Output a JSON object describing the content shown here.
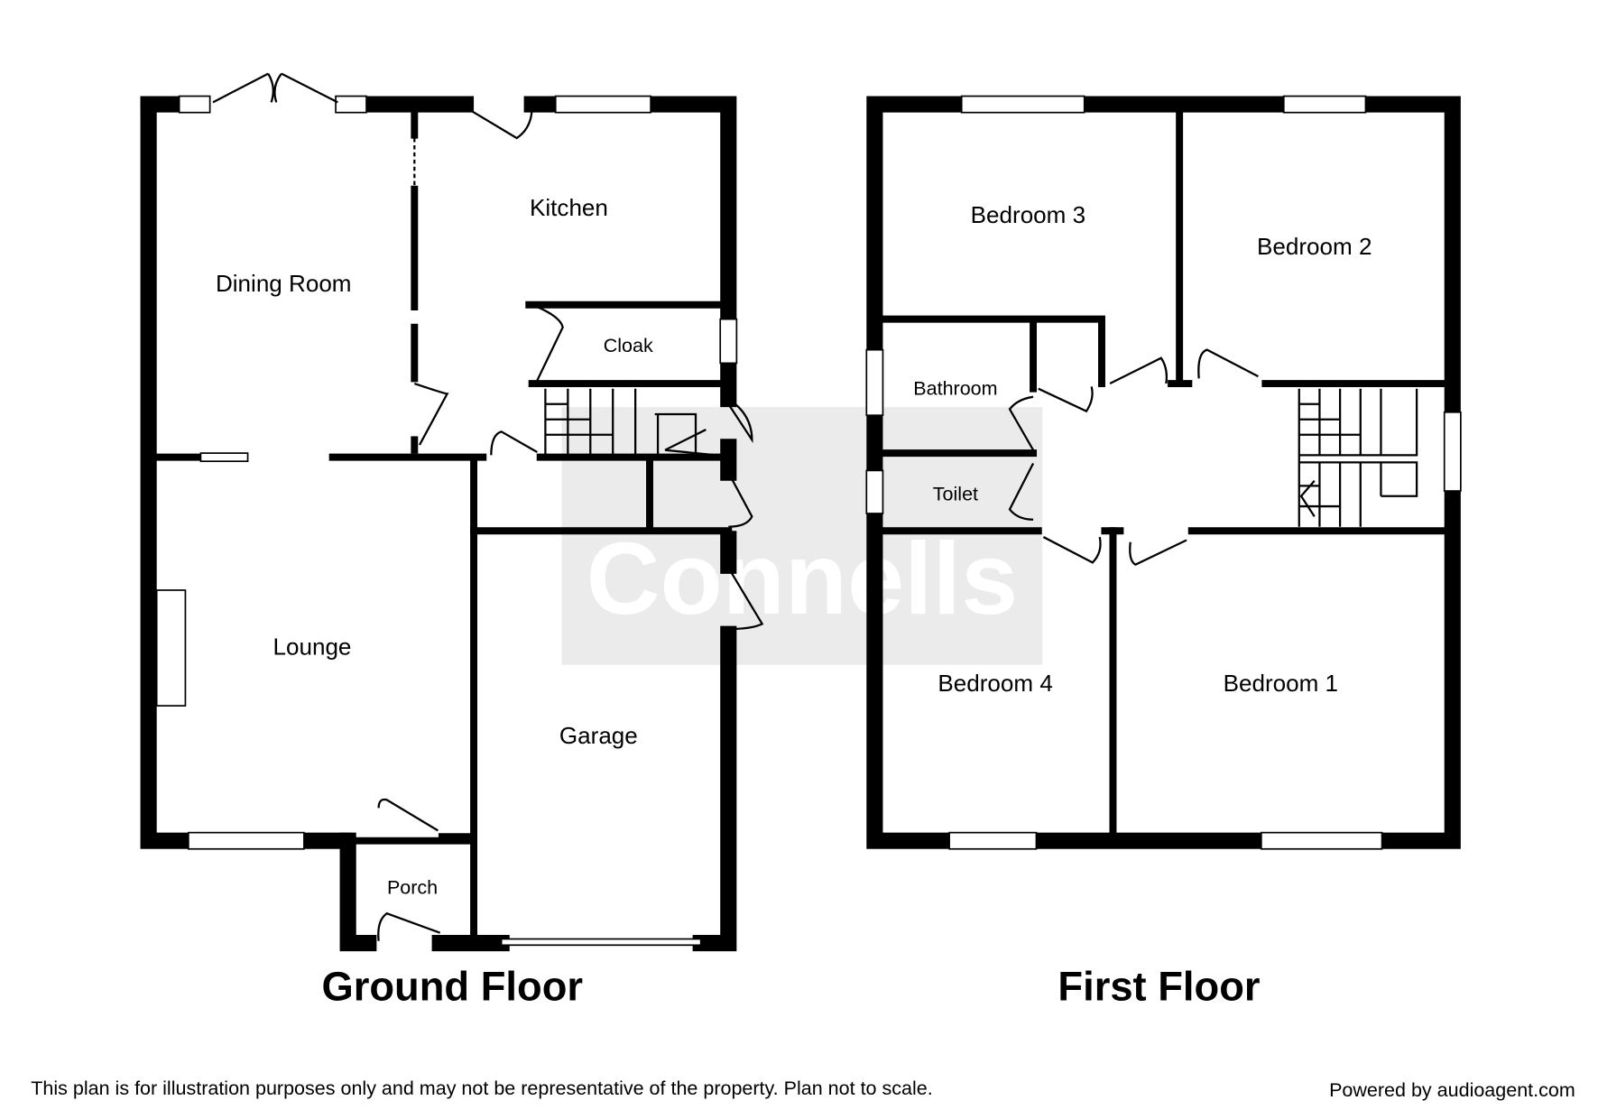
{
  "watermark": "Connells",
  "ground_floor": {
    "title": "Ground Floor",
    "rooms": {
      "dining": "Dining Room",
      "kitchen": "Kitchen",
      "cloak": "Cloak",
      "lounge": "Lounge",
      "garage": "Garage",
      "porch": "Porch"
    }
  },
  "first_floor": {
    "title": "First Floor",
    "rooms": {
      "bed3": "Bedroom 3",
      "bed2": "Bedroom 2",
      "bathroom": "Bathroom",
      "toilet": "Toilet",
      "bed4": "Bedroom 4",
      "bed1": "Bedroom 1"
    }
  },
  "footer": {
    "disclaimer": "This plan is for illustration purposes only and may not be representative of the property. Plan not to scale.",
    "powered_by": "Powered by audioagent.com"
  }
}
